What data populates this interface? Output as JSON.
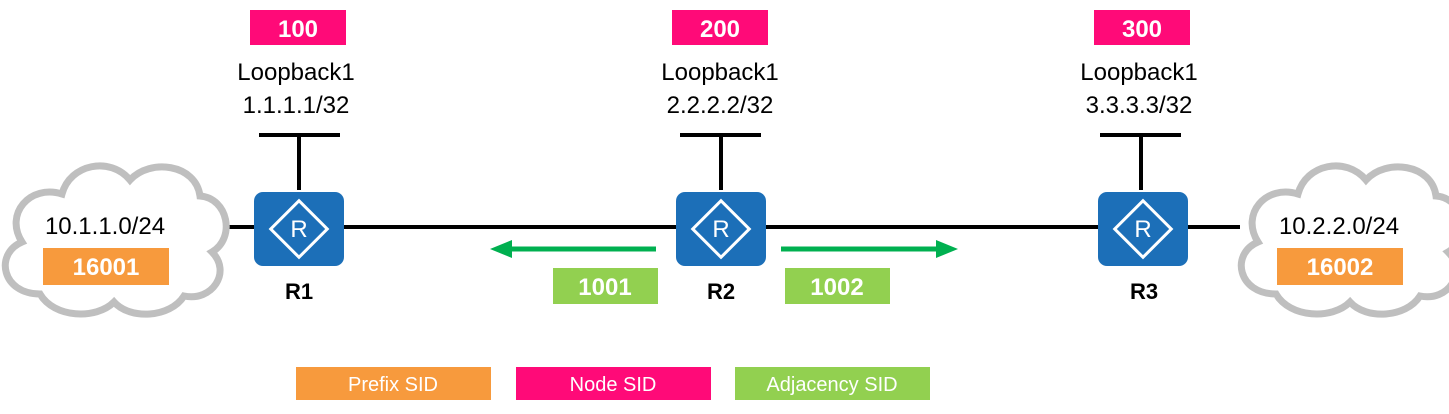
{
  "colors": {
    "prefix_sid": "#F79A3D",
    "node_sid": "#FF0A78",
    "adjacency_sid": "#92D050",
    "router": "#1C6FB8",
    "arrow": "#00B050",
    "cloud": "#BFBFBF",
    "line": "#000000"
  },
  "routers": [
    {
      "name": "R1",
      "interface": "Loopback1",
      "address": "1.1.1.1/32",
      "node_sid": "100"
    },
    {
      "name": "R2",
      "interface": "Loopback1",
      "address": "2.2.2.2/32",
      "node_sid": "200"
    },
    {
      "name": "R3",
      "interface": "Loopback1",
      "address": "3.3.3.3/32",
      "node_sid": "300"
    }
  ],
  "networks": [
    {
      "prefix": "10.1.1.0/24",
      "prefix_sid": "16001"
    },
    {
      "prefix": "10.2.2.0/24",
      "prefix_sid": "16002"
    }
  ],
  "adjacencies": [
    {
      "sid": "1001",
      "direction": "left"
    },
    {
      "sid": "1002",
      "direction": "right"
    }
  ],
  "legend": [
    {
      "label": "Prefix SID",
      "color": "#F79A3D"
    },
    {
      "label": "Node SID",
      "color": "#FF0A78"
    },
    {
      "label": "Adjacency SID",
      "color": "#92D050"
    }
  ]
}
